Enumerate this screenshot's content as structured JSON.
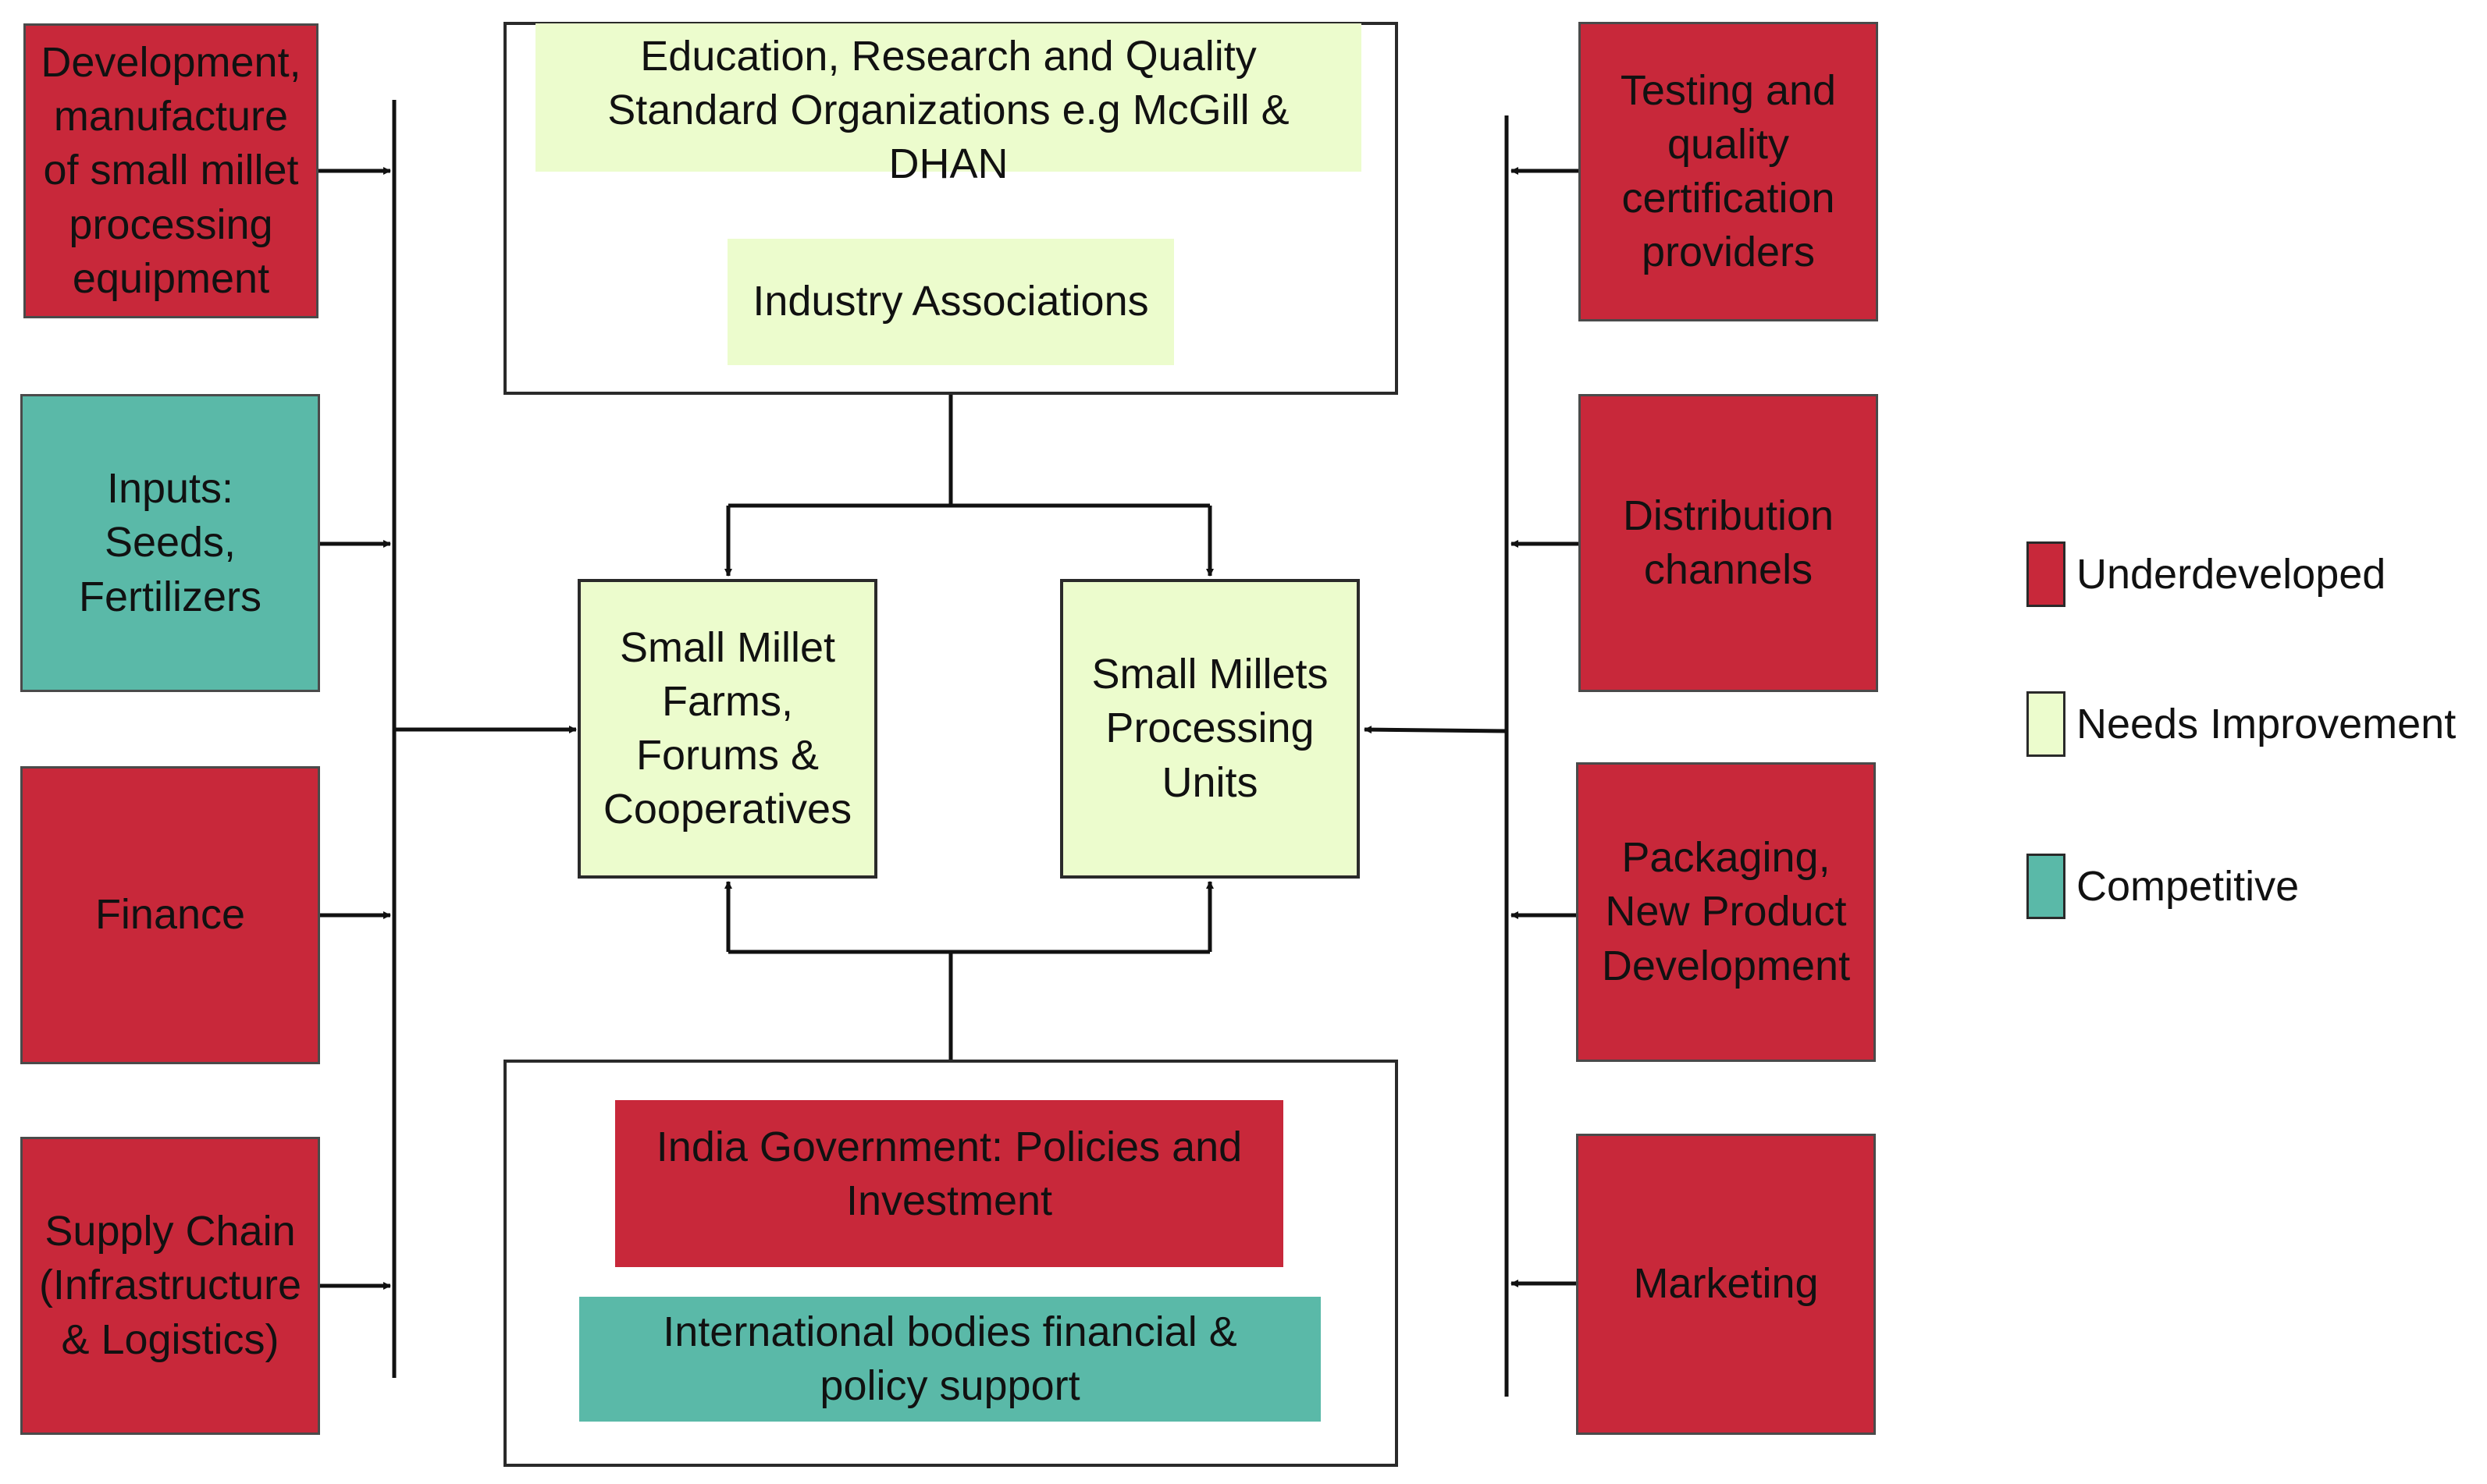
{
  "left": {
    "equipment": "Development, manufacture of small millet processing equipment",
    "inputs": "Inputs: Seeds, Fertilizers",
    "finance": "Finance",
    "supply_chain": "Supply Chain (Infrastructure & Logistics)"
  },
  "right": {
    "testing": "Testing and quality certification providers",
    "distribution": "Distribution channels",
    "packaging": "Packaging, New Product Development",
    "marketing": "Marketing"
  },
  "top": {
    "education": "Education, Research and Quality Standard Organizations e.g McGill & DHAN",
    "industry": "Industry Associations"
  },
  "center": {
    "farms": "Small Millet Farms, Forums & Cooperatives",
    "processing": "Small Millets Processing Units"
  },
  "bottom": {
    "government": "India Government: Policies and Investment",
    "international": "International bodies financial & policy support"
  },
  "legend": {
    "items": [
      {
        "label": "Underdeveloped",
        "color": "#c8283a"
      },
      {
        "label": "Needs Improvement",
        "color": "#ecfccd"
      },
      {
        "label": "Competitive",
        "color": "#5ab9a8"
      }
    ]
  },
  "colors": {
    "underdeveloped": "#c8283a",
    "needs_improvement": "#ecfccd",
    "competitive": "#5ab9a8"
  }
}
